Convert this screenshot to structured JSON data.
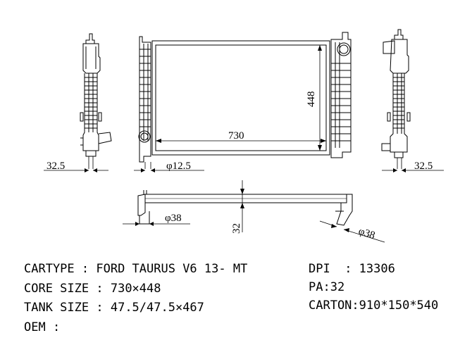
{
  "dimensions": {
    "core_width": "730",
    "core_height": "448",
    "side_offset_left": "32.5",
    "side_offset_right": "32.5",
    "pipe_diameter_small": "φ12.5",
    "pipe_diameter_inlet": "φ38",
    "pipe_diameter_outlet": "φ38",
    "tank_depth": "32"
  },
  "specs": {
    "cartype_label": "CARTYPE",
    "cartype_value": "FORD TAURUS V6 13- MT",
    "core_size_label": "CORE SIZE",
    "core_size_value": "730×448",
    "tank_size_label": "TANK SIZE",
    "tank_size_value": "47.5/47.5×467",
    "oem_label": "OEM",
    "oem_value": "",
    "dpi_label": "DPI",
    "dpi_value": "13306",
    "pa_label": "PA",
    "pa_value": "32",
    "carton_label": "CARTON",
    "carton_value": "910*150*540"
  }
}
